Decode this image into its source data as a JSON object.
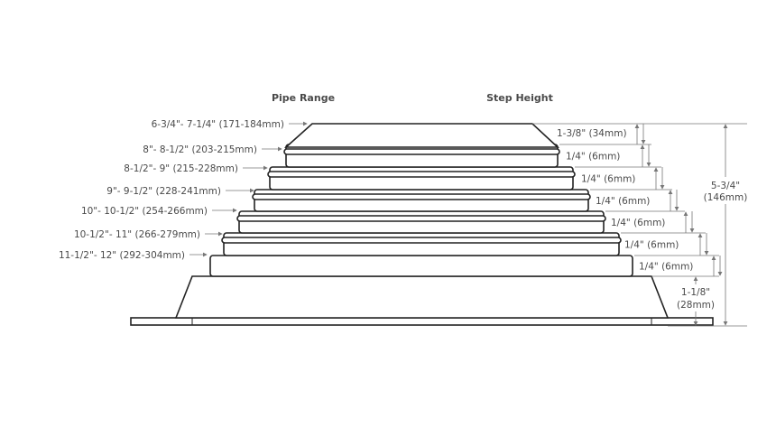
{
  "headers": {
    "pipe_range": "Pipe Range",
    "step_height": "Step Height"
  },
  "pipe_ranges": [
    "6-3/4\"- 7-1/4\" (171-184mm)",
    "8\"- 8-1/2\" (203-215mm)",
    "8-1/2\"- 9\" (215-228mm)",
    "9\"- 9-1/2\" (228-241mm)",
    "10\"- 10-1/2\" (254-266mm)",
    "10-1/2\"- 11\" (266-279mm)",
    "11-1/2\"- 12\" (292-304mm)"
  ],
  "step_heights": [
    "1-3/8\" (34mm)",
    "1/4\" (6mm)",
    "1/4\" (6mm)",
    "1/4\" (6mm)",
    "1/4\" (6mm)",
    "1/4\" (6mm)",
    "1/4\" (6mm)"
  ],
  "base_height": {
    "line1": "1-1/8\"",
    "line2": "(28mm)"
  },
  "total_height": {
    "line1": "5-3/4\"",
    "line2": "(146mm)"
  }
}
